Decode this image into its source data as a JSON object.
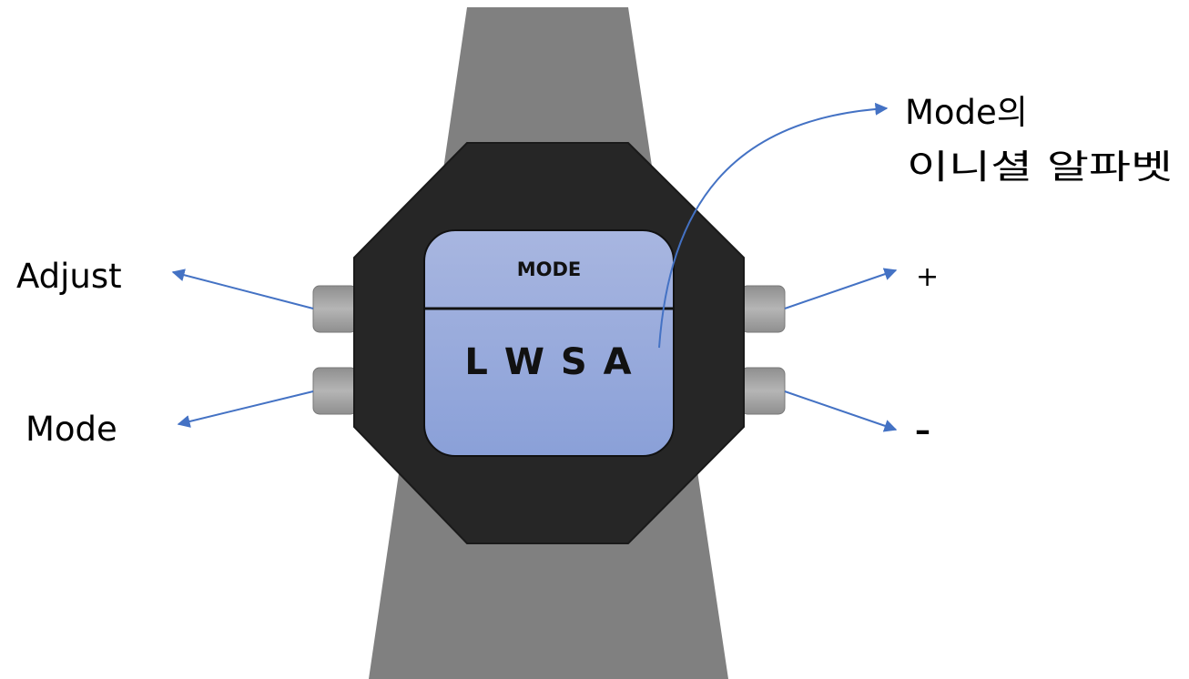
{
  "watch": {
    "screen_title": "MODE",
    "screen_modes": "L W S A"
  },
  "labels": {
    "adjust": "Adjust",
    "mode": "Mode",
    "plus": "+",
    "minus": "–",
    "callout_line1": "Mode의",
    "callout_line2": "이니셜 알파벳"
  },
  "colors": {
    "strap": "#808080",
    "case": "#262626",
    "screen_top": "#a8b6e0",
    "screen_bottom": "#8aa0d8",
    "button": "#a6a6a6",
    "arrow": "#4472c4"
  }
}
